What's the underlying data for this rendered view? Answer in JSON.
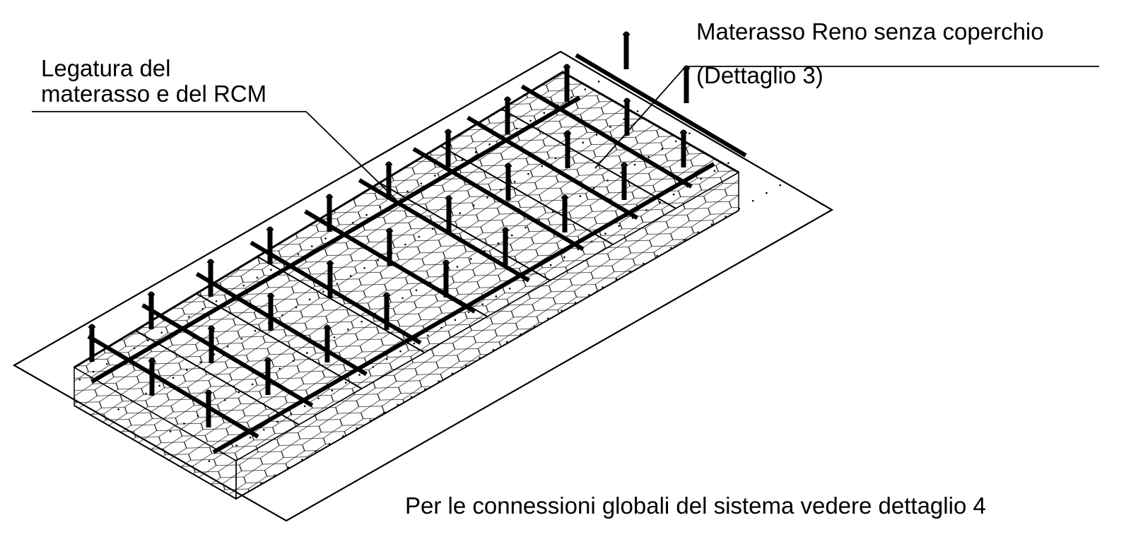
{
  "labels": {
    "binding": [
      "Legatura del",
      "materasso e del RCM"
    ],
    "mattress": [
      "Materasso Reno senza coperchio",
      "(Dettaglio 3)"
    ],
    "note": "Per le connessioni globali del sistema vedere dettaglio 4"
  },
  "colors": {
    "ink": "#000000",
    "background": "#ffffff"
  },
  "counts": {
    "compartments": 8,
    "cross_bars": 10,
    "vertical_anchors": 29
  }
}
